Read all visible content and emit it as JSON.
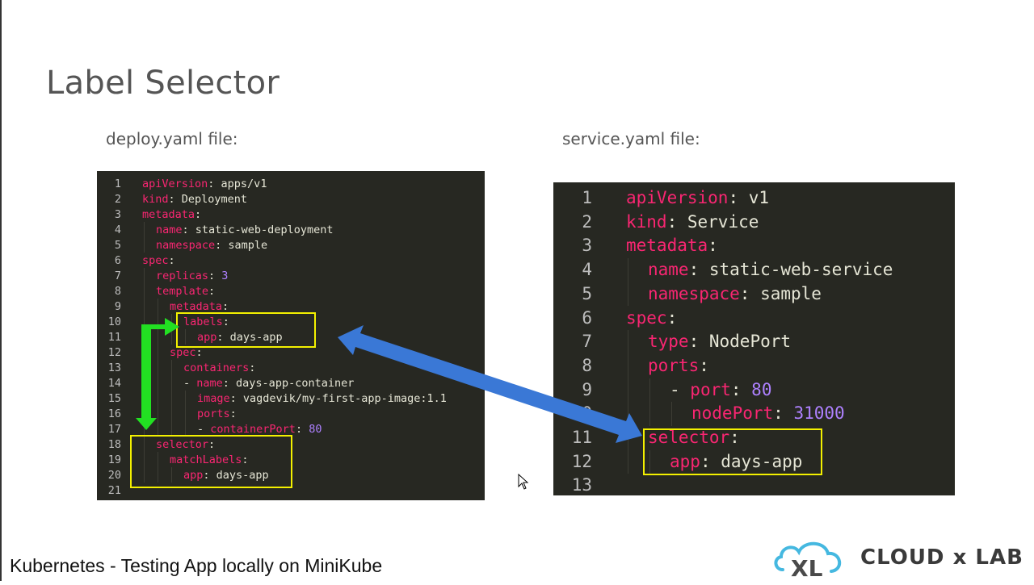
{
  "slide": {
    "title": "Label Selector",
    "deploy_caption": "deploy.yaml file:",
    "service_caption": "service.yaml file:",
    "footer": "Kubernetes - Testing App locally on MiniKube",
    "logo_text": "CLOUD x LAB",
    "logo_mark": "XL"
  },
  "deploy_lines": [
    {
      "n": "1",
      "indent": 0,
      "k": "apiVersion",
      "sep": ": ",
      "v": "apps/v1",
      "vt": "v"
    },
    {
      "n": "2",
      "indent": 0,
      "k": "kind",
      "sep": ": ",
      "v": "Deployment",
      "vt": "v"
    },
    {
      "n": "3",
      "indent": 0,
      "k": "metadata",
      "sep": ":",
      "v": "",
      "vt": "v"
    },
    {
      "n": "4",
      "indent": 1,
      "k": "name",
      "sep": ": ",
      "v": "static-web-deployment",
      "vt": "v"
    },
    {
      "n": "5",
      "indent": 1,
      "k": "namespace",
      "sep": ": ",
      "v": "sample",
      "vt": "v"
    },
    {
      "n": "6",
      "indent": 0,
      "k": "spec",
      "sep": ":",
      "v": "",
      "vt": "v"
    },
    {
      "n": "7",
      "indent": 1,
      "k": "replicas",
      "sep": ": ",
      "v": "3",
      "vt": "n"
    },
    {
      "n": "8",
      "indent": 1,
      "k": "template",
      "sep": ":",
      "v": "",
      "vt": "v"
    },
    {
      "n": "9",
      "indent": 2,
      "k": "metadata",
      "sep": ":",
      "v": "",
      "vt": "v"
    },
    {
      "n": "10",
      "indent": 3,
      "k": "labels",
      "sep": ":",
      "v": "",
      "vt": "v"
    },
    {
      "n": "11",
      "indent": 4,
      "k": "app",
      "sep": ": ",
      "v": "days-app",
      "vt": "v"
    },
    {
      "n": "12",
      "indent": 2,
      "k": "spec",
      "sep": ":",
      "v": "",
      "vt": "v"
    },
    {
      "n": "13",
      "indent": 3,
      "k": "containers",
      "sep": ":",
      "v": "",
      "vt": "v"
    },
    {
      "n": "14",
      "indent": 3,
      "dash": true,
      "k": "name",
      "sep": ": ",
      "v": "days-app-container",
      "vt": "v"
    },
    {
      "n": "15",
      "indent": 4,
      "k": "image",
      "sep": ": ",
      "v": "vagdevik/my-first-app-image:1.1",
      "vt": "v"
    },
    {
      "n": "16",
      "indent": 4,
      "k": "ports",
      "sep": ":",
      "v": "",
      "vt": "v"
    },
    {
      "n": "17",
      "indent": 4,
      "dash": true,
      "k": "containerPort",
      "sep": ": ",
      "v": "80",
      "vt": "n"
    },
    {
      "n": "18",
      "indent": 1,
      "k": "selector",
      "sep": ":",
      "v": "",
      "vt": "v"
    },
    {
      "n": "19",
      "indent": 2,
      "k": "matchLabels",
      "sep": ":",
      "v": "",
      "vt": "v"
    },
    {
      "n": "20",
      "indent": 3,
      "k": "app",
      "sep": ": ",
      "v": "days-app",
      "vt": "v"
    },
    {
      "n": "21",
      "indent": 0,
      "k": "",
      "sep": "",
      "v": "",
      "vt": "v"
    }
  ],
  "service_lines": [
    {
      "n": "1",
      "indent": 0,
      "k": "apiVersion",
      "sep": ": ",
      "v": "v1",
      "vt": "v"
    },
    {
      "n": "2",
      "indent": 0,
      "k": "kind",
      "sep": ": ",
      "v": "Service",
      "vt": "v"
    },
    {
      "n": "3",
      "indent": 0,
      "k": "metadata",
      "sep": ":",
      "v": "",
      "vt": "v"
    },
    {
      "n": "4",
      "indent": 1,
      "k": "name",
      "sep": ": ",
      "v": "static-web-service",
      "vt": "v"
    },
    {
      "n": "5",
      "indent": 1,
      "k": "namespace",
      "sep": ": ",
      "v": "sample",
      "vt": "v"
    },
    {
      "n": "6",
      "indent": 0,
      "k": "spec",
      "sep": ":",
      "v": "",
      "vt": "v"
    },
    {
      "n": "7",
      "indent": 1,
      "k": "type",
      "sep": ": ",
      "v": "NodePort",
      "vt": "v"
    },
    {
      "n": "8",
      "indent": 1,
      "k": "ports",
      "sep": ":",
      "v": "",
      "vt": "v"
    },
    {
      "n": "9",
      "indent": 2,
      "dash": true,
      "k": "port",
      "sep": ": ",
      "v": "80",
      "vt": "n"
    },
    {
      "n": "10",
      "indent": 3,
      "k": "nodePort",
      "sep": ": ",
      "v": "31000",
      "vt": "n"
    },
    {
      "n": "11",
      "indent": 1,
      "k": "selector",
      "sep": ":",
      "v": "",
      "vt": "v"
    },
    {
      "n": "12",
      "indent": 2,
      "k": "app",
      "sep": ": ",
      "v": "days-app",
      "vt": "v"
    },
    {
      "n": "13",
      "indent": 0,
      "k": "",
      "sep": "",
      "v": "",
      "vt": "v"
    }
  ],
  "colors": {
    "editor_bg": "#272822",
    "key": "#f92672",
    "number": "#ae81ff",
    "highlight_box": "#f3f000",
    "green_arrow": "#22e022",
    "blue_arrow": "#3a78d6"
  }
}
